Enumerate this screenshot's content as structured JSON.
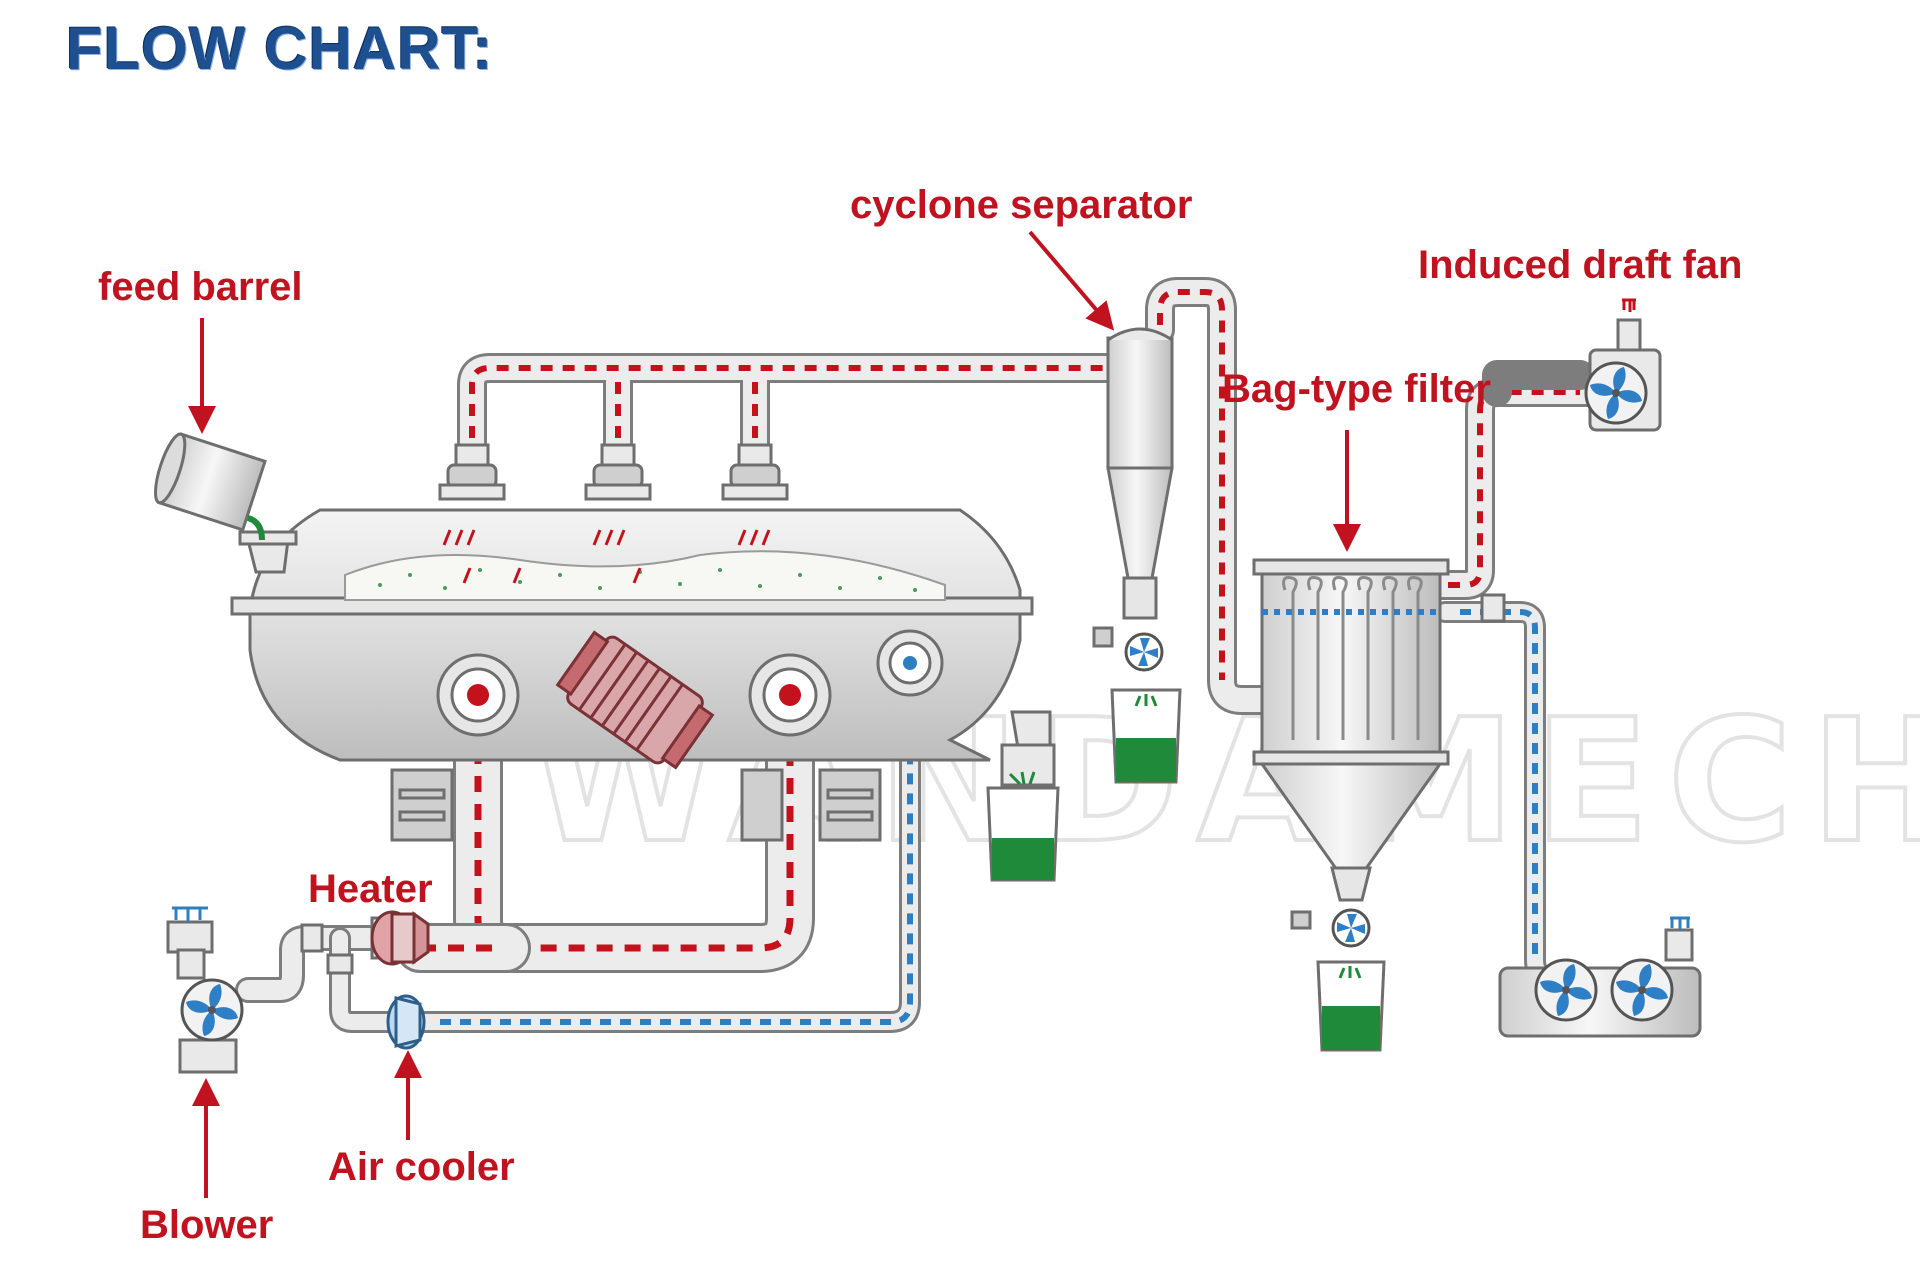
{
  "title": "FLOW CHART:",
  "watermark": "WANDAMECH",
  "labels": {
    "feed_barrel": "feed barrel",
    "cyclone_separator": "cyclone separator",
    "induced_draft_fan": "Induced draft fan",
    "bag_type_filter": "Bag-type filter",
    "heater": "Heater",
    "air_cooler": "Air cooler",
    "blower": "Blower"
  },
  "colors": {
    "title": "#1e4f8f",
    "label": "#c1121f",
    "hot_air": "#c4121c",
    "cool_air": "#2e7fc1",
    "product": "#1e8a3a",
    "fan_blades": "#2f7fc6"
  }
}
